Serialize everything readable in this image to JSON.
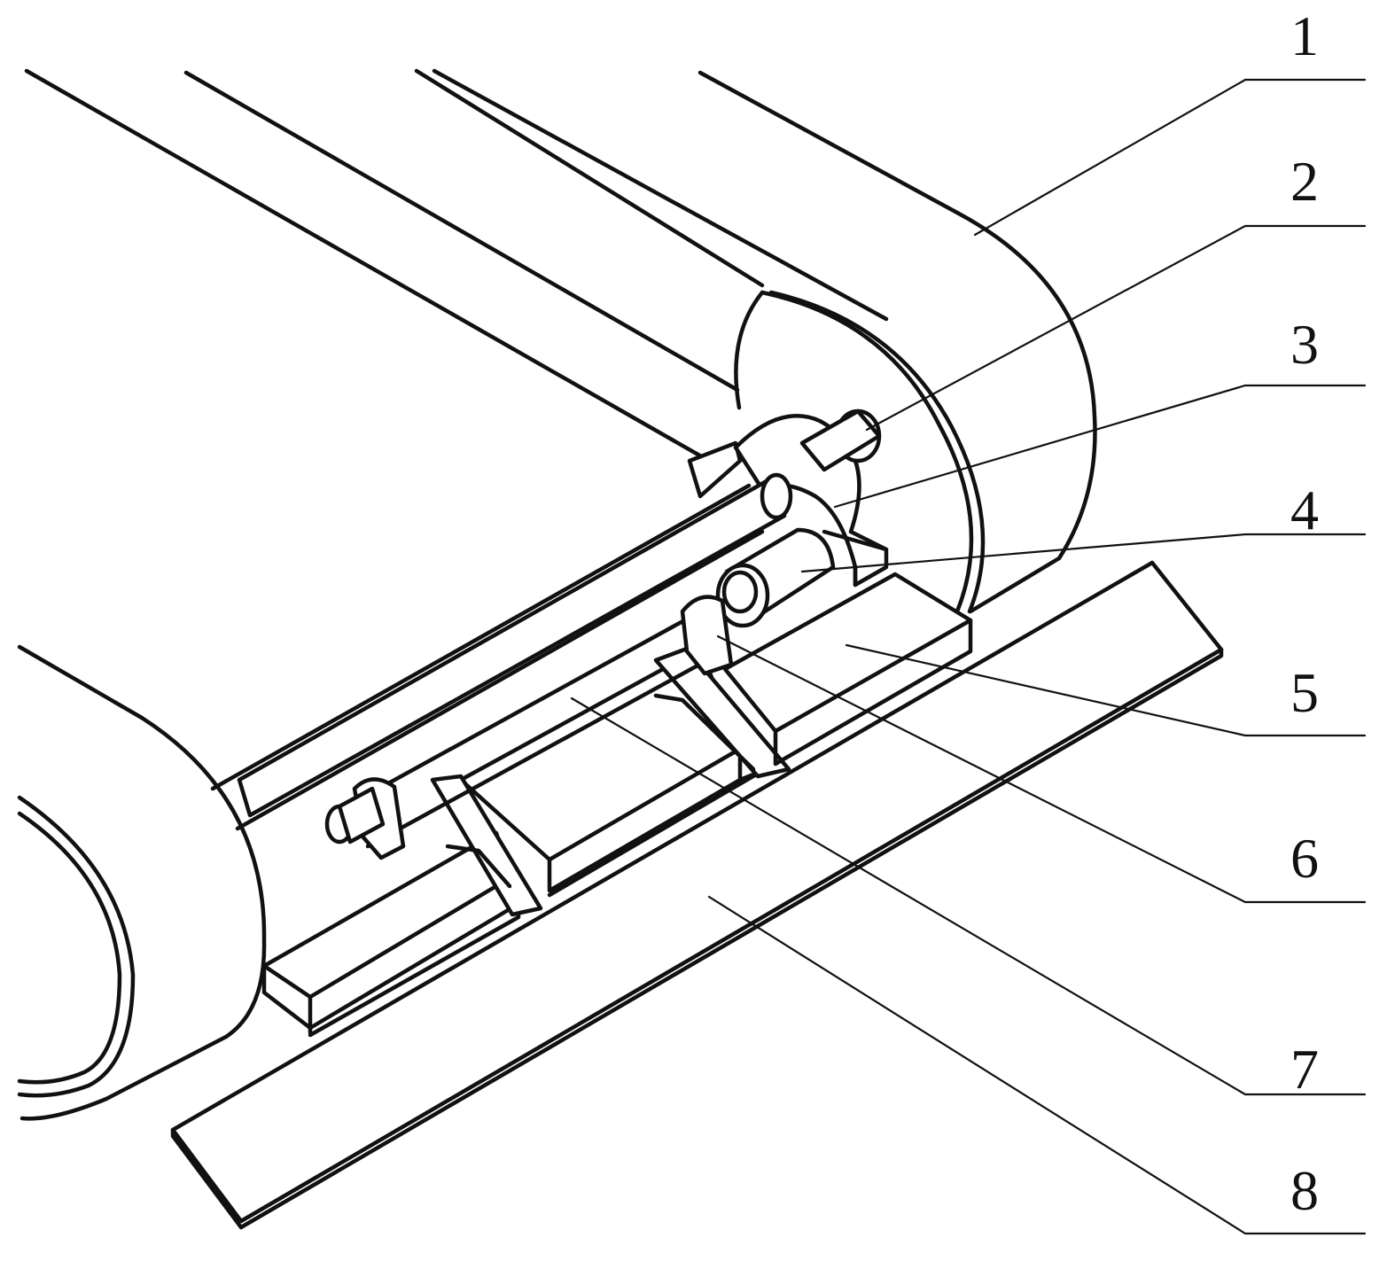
{
  "callouts": [
    {
      "number": "1"
    },
    {
      "number": "2"
    },
    {
      "number": "3"
    },
    {
      "number": "4"
    },
    {
      "number": "5"
    },
    {
      "number": "6"
    },
    {
      "number": "7"
    },
    {
      "number": "8"
    }
  ],
  "colors": {
    "line": "#111111",
    "background": "#ffffff"
  }
}
